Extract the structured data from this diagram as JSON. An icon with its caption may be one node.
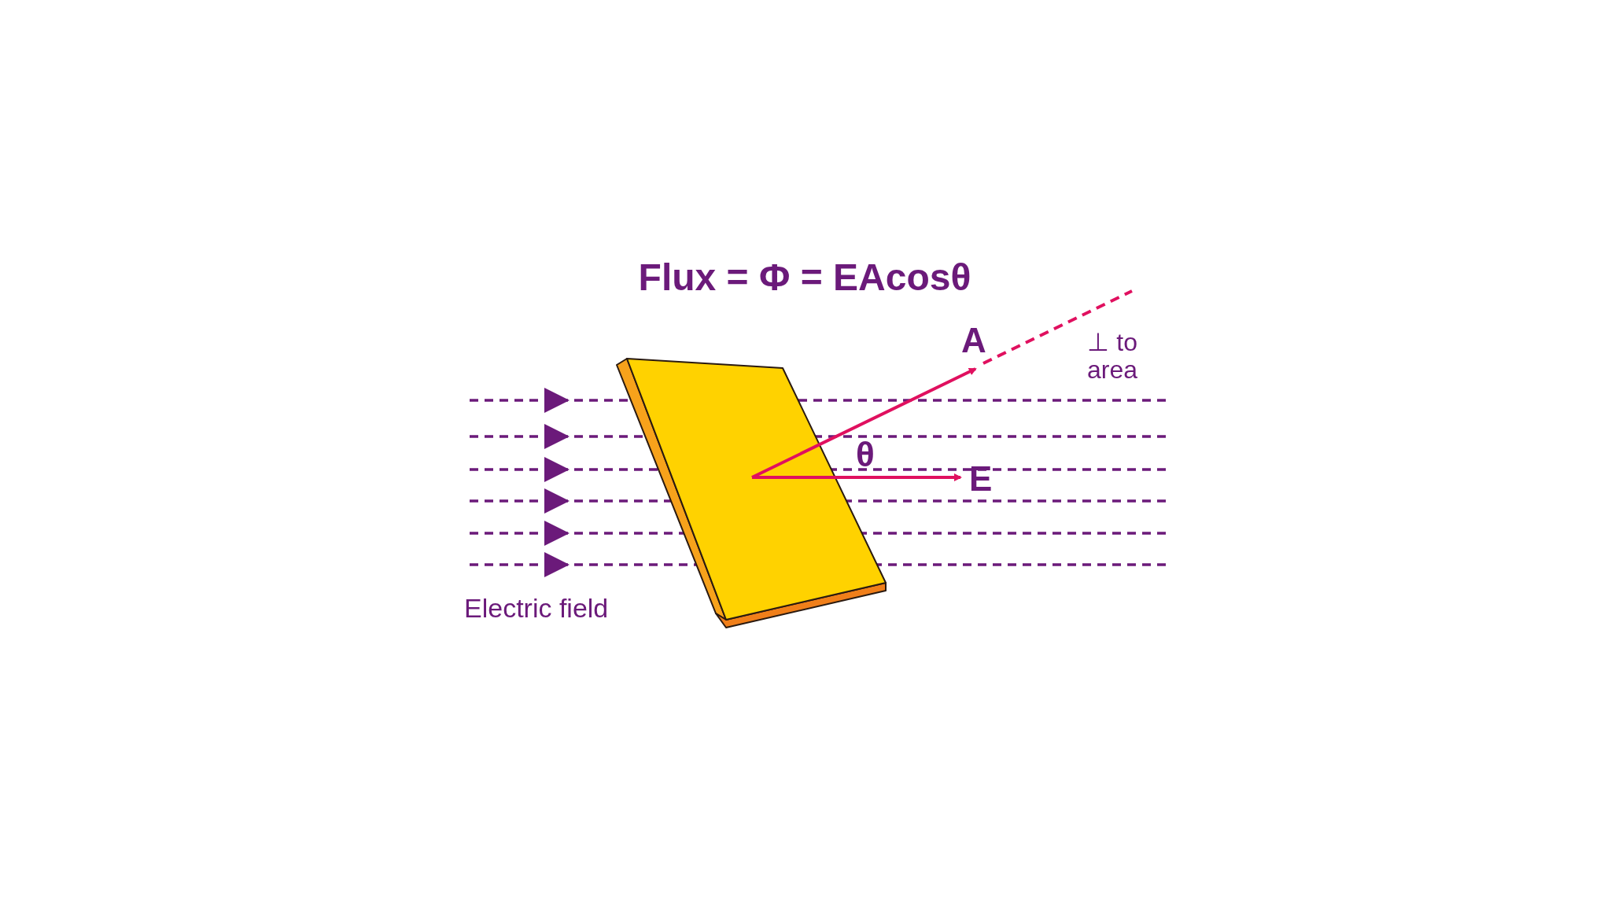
{
  "diagram": {
    "title": "Flux = Φ = EAcosθ",
    "labels": [
      "A",
      "⊥ to area",
      "θ",
      "E",
      "Electric field"
    ]
  }
}
